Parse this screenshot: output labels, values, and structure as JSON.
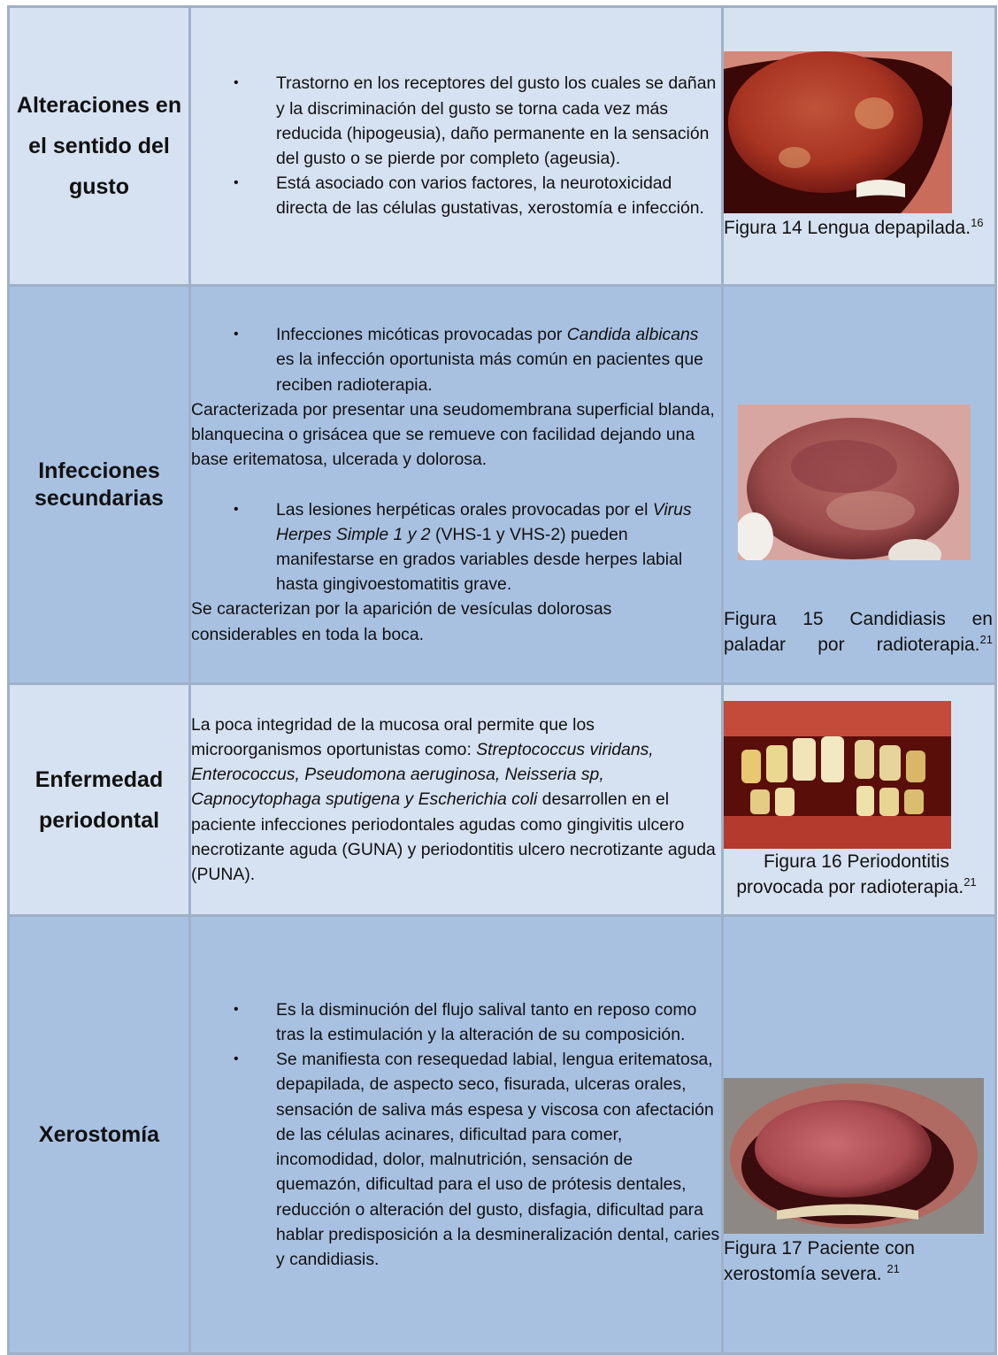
{
  "rows": [
    {
      "label": "Alteraciones en el sentido del gusto",
      "bullets": [
        "Trastorno en los receptores del gusto los cuales se dañan y la discriminación del gusto se torna cada vez más reducida (hipogeusia), daño permanente en la sensación del gusto o se pierde por completo (ageusia).",
        "Está asociado con varios factores, la neurotoxicidad directa de las células gustativas, xerostomía e infección."
      ],
      "figure": {
        "caption": "Figura 14  Lengua depapilada.",
        "ref": "16"
      }
    },
    {
      "label": "Infecciones secundarias",
      "bullet1_a": "Infecciones micóticas provocadas por ",
      "bullet1_i": "Candida albicans",
      "bullet1_b": " es la infección oportunista más común en pacientes que reciben radioterapia.",
      "para1": "Caracterizada por presentar una seudomembrana superficial blanda, blanquecina o grisácea que se remueve con facilidad dejando una base eritematosa, ulcerada y dolorosa.",
      "bullet2_a": "Las lesiones herpéticas orales provocadas por el ",
      "bullet2_i": "Virus Herpes Simple 1 y 2",
      "bullet2_b": " (VHS-1 y VHS-2) pueden manifestarse en grados variables desde herpes labial  hasta gingivoestomatitis grave.",
      "para2": "Se caracterizan por la aparición de vesículas dolorosas considerables en toda la boca.",
      "figure": {
        "caption": "Figura 15 Candidiasis en paladar por radioterapia.",
        "ref": "21"
      }
    },
    {
      "label": "Enfermedad periodontal",
      "text_a": "La poca integridad de la mucosa oral permite que los microorganismos oportunistas como: ",
      "text_i": "Streptococcus viridans, Enterococcus, Pseudomona aeruginosa, Neisseria sp, Capnocytophaga sputigena y Escherichia coli",
      "text_b": " desarrollen en el paciente infecciones periodontales agudas como gingivitis ulcero necrotizante aguda (GUNA) y periodontitis ulcero necrotizante aguda (PUNA).",
      "figure": {
        "caption": "Figura 16 Periodontitis provocada por radioterapia.",
        "ref": "21"
      }
    },
    {
      "label": "Xerostomía",
      "bullets": [
        "Es la disminución del flujo salival tanto en reposo como tras la estimulación y la alteración de su composición.",
        "Se manifiesta con resequedad labial, lengua eritematosa, depapilada, de aspecto seco, fisurada, ulceras orales, sensación de saliva más espesa y viscosa con afectación de las células acinares, dificultad para comer, incomodidad, dolor, malnutrición, sensación de quemazón, dificultad para el uso de prótesis dentales, reducción o alteración del gusto, disfagia, dificultad para hablar predisposición a la desmineralización dental, caries y candidiasis."
      ],
      "figure": {
        "caption": "Figura 17  Paciente con xerostomía severa. ",
        "ref": "21"
      }
    }
  ]
}
